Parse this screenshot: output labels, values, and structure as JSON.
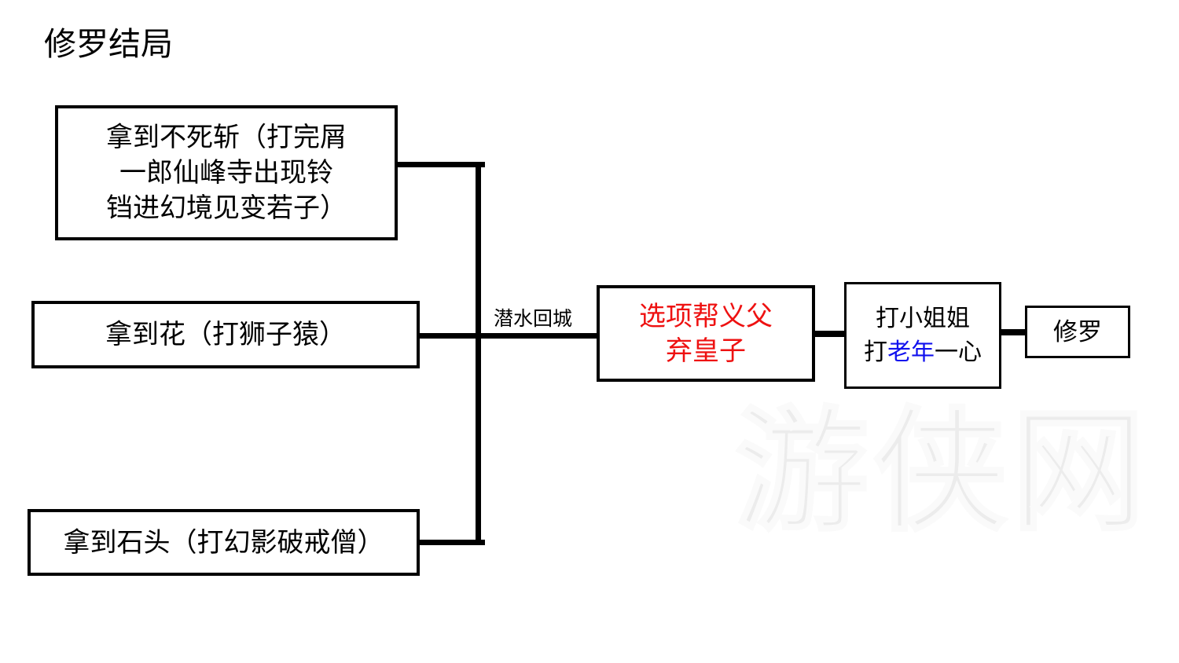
{
  "title": "修罗结局",
  "watermark": {
    "text": "游侠网"
  },
  "colors": {
    "node_border": "#000000",
    "text_default": "#000000",
    "highlight_red": "#ee1111",
    "highlight_blue": "#1111ee",
    "background": "#ffffff",
    "watermark": "#ececec"
  },
  "nodes": {
    "undying_blade": {
      "id": "undying-blade",
      "line1": "拿到不死斩（打完屑",
      "line2": "一郎仙峰寺出现铃",
      "line3": "铛进幻境见变若子）",
      "full_text": "拿到不死斩（打完屑一郎仙峰寺出现铃铛进幻境见变若子）"
    },
    "flower": {
      "id": "flower",
      "text": "拿到花（打狮子猿）"
    },
    "stone": {
      "id": "stone",
      "text": "拿到石头（打幻影破戒僧）"
    },
    "choice": {
      "id": "choice-help-father",
      "line1": "选项帮义父",
      "line2": "弃皇子",
      "full_text": "选项帮义父弃皇子"
    },
    "fight": {
      "id": "fight-sequence",
      "line1": "打小姐姐",
      "line2_part1": "打",
      "line2_part2": "老年",
      "line2_part3": "一心",
      "full_text": "打小姐姐 打老年一心"
    },
    "ending": {
      "id": "shura-ending",
      "text": "修罗"
    }
  },
  "edges": {
    "dive_back_label": "潜水回城"
  }
}
